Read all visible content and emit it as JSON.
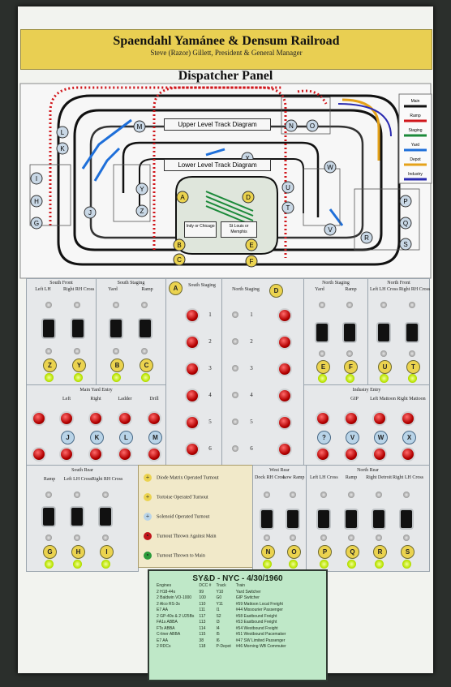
{
  "header": {
    "title": "Spaendahl Yamánee & Densum Railroad",
    "subtitle": "Steve (Razor) Gillett, President & General Manager",
    "panel_title": "Dispatcher Panel"
  },
  "diagram": {
    "upper": "Upper Level Track Diagram",
    "lower": "Lower Level Track Diagram",
    "yard_left": "Indy or Chicago",
    "yard_right": "St Louis or Memphis",
    "legend": [
      "Main",
      "Ramp",
      "Staging",
      "Yard",
      "Depot",
      "Industry"
    ],
    "legend_colors": [
      "#111111",
      "#d0161b",
      "#1c8a3a",
      "#1e6fd9",
      "#e5a21a",
      "#2a2ab0"
    ],
    "nodes": [
      "L",
      "K",
      "M",
      "N",
      "O",
      "X",
      "W",
      "I",
      "H",
      "G",
      "J",
      "Y",
      "Z",
      "A",
      "D",
      "U",
      "T",
      "V",
      "P",
      "Q",
      "R",
      "S",
      "B",
      "C",
      "E",
      "F"
    ]
  },
  "sections": {
    "south_front": {
      "title": "South Front",
      "sub1": "Left LH",
      "sub2": "Right RH Cross",
      "tags": [
        "Z",
        "Y"
      ]
    },
    "south_staging": {
      "title": "South Staging",
      "sub1": "Yard",
      "sub2": "Ramp",
      "tags": [
        "B",
        "C"
      ]
    },
    "south_staging_col": {
      "tag": "A",
      "title": "South Staging",
      "nums": [
        "1",
        "2",
        "3",
        "4",
        "5",
        "6"
      ]
    },
    "north_staging_col": {
      "tag": "D",
      "title": "North Staging",
      "nums": [
        "1",
        "2",
        "3",
        "4",
        "5",
        "6"
      ]
    },
    "north_staging": {
      "title": "North Staging",
      "sub1": "Yard",
      "sub2": "Ramp",
      "tags": [
        "E",
        "F"
      ]
    },
    "north_front": {
      "title": "North Front",
      "sub1": "Left LH Cross",
      "sub2": "Right RH Cross",
      "tags": [
        "U",
        "T"
      ]
    },
    "main_yard": {
      "title": "Main Yard Entry",
      "labels": [
        "Left",
        "Right",
        "Ladder",
        "Drill"
      ],
      "tags": [
        "J",
        "K",
        "L",
        "M"
      ]
    },
    "industry": {
      "title": "Industry Entry",
      "labels": [
        "GIP",
        "Left Mattoon",
        "Right Mattoon"
      ],
      "tags": [
        "?",
        "V",
        "W",
        "X"
      ]
    },
    "south_rear": {
      "title": "South Rear",
      "labels": [
        "Ramp",
        "Left LH Cross",
        "Right RH Cross"
      ],
      "tags": [
        "G",
        "H",
        "I"
      ]
    },
    "west_rear": {
      "title": "West Rear",
      "labels": [
        "Dock RH Cross",
        "Low Ramp"
      ],
      "tags": [
        "N",
        "O"
      ]
    },
    "north_rear": {
      "title": "North Rear",
      "labels": [
        "Left LH Cross",
        "Ramp",
        "Right Detroit",
        "Right LH Cross"
      ],
      "tags": [
        "P",
        "Q",
        "R",
        "S"
      ]
    }
  },
  "key": [
    {
      "icon": "+",
      "text": "Diode Matrix Operated Turnout"
    },
    {
      "icon": "+",
      "text": "Tortoise Operated Turnout"
    },
    {
      "icon": "+",
      "text": "Solenoid Operated Turnout"
    },
    {
      "icon": "•",
      "text": "Turnout Thrown Against Main"
    },
    {
      "icon": "•",
      "text": "Turnout Thrown to Main"
    }
  ],
  "roster": {
    "title": "SY&D - NYC - 4/30/1960",
    "headers": [
      "Engines",
      "DCC #",
      "Track",
      "Train"
    ],
    "rows": [
      [
        "2 H18-44s",
        "99",
        "Y10",
        "Yard Switcher"
      ],
      [
        "2 Baldwin VO-1000",
        "100",
        "G0",
        "GIP Switcher"
      ],
      [
        "2 Alco RS-3s",
        "110",
        "Y11",
        "#59 Mattoon Local Freight"
      ],
      [
        "E7 AA",
        "111",
        "I1",
        "#44 Missourier Passenger"
      ],
      [
        "2 GP-40s & 2 U25Bs",
        "117",
        "S2",
        "#58 Eastbound Freight"
      ],
      [
        "FA1s ABBA",
        "113",
        "I3",
        "#53 Eastbound Freight"
      ],
      [
        "FTs ABBA",
        "114",
        "I4",
        "#54 Westbound Freight"
      ],
      [
        "C-liner ABBA",
        "115",
        "I5",
        "#51 Westbound Pacemaker"
      ],
      [
        "E7 AA",
        "38",
        "I6",
        "#47 SW Limited Passenger"
      ],
      [
        "2 RDCs",
        "118",
        "P-Depot",
        "#46 Morning WB Commuter"
      ]
    ]
  }
}
